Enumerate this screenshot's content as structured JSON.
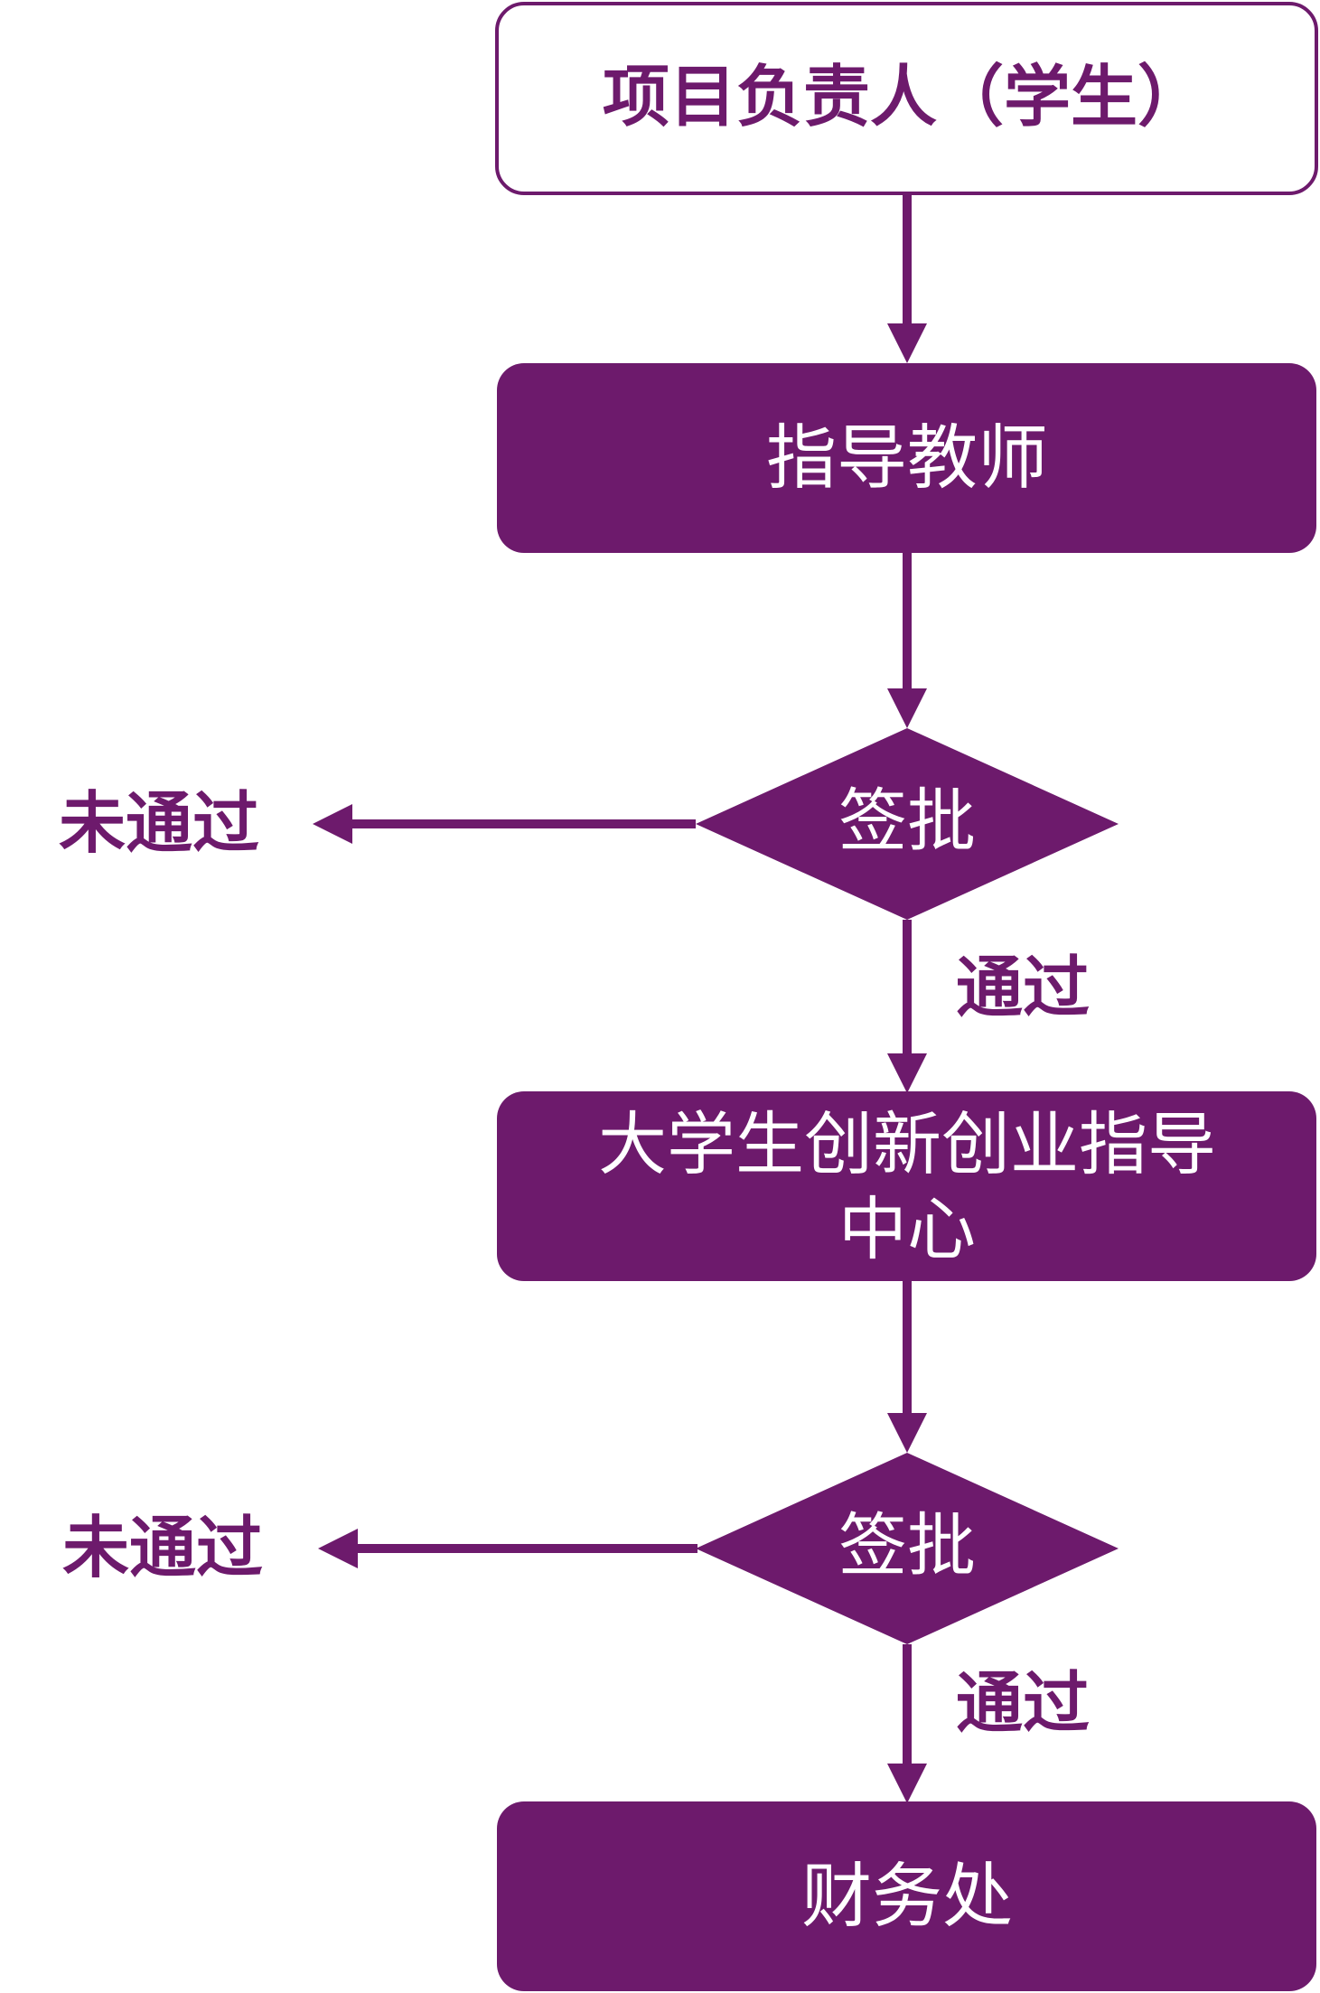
{
  "colors": {
    "primary": "#6d1a6c",
    "background": "#ffffff",
    "on_primary": "#ffffff"
  },
  "nodes": {
    "start": {
      "label": "项目负责人（学生）"
    },
    "advisor": {
      "label": "指导教师"
    },
    "approval_1": {
      "label": "签批"
    },
    "center": {
      "line1": "大学生创新创业指导",
      "line2": "中心"
    },
    "approval_2": {
      "label": "签批"
    },
    "finance": {
      "label": "财务处"
    }
  },
  "edges": {
    "reject_1": {
      "label": "未通过"
    },
    "pass_1": {
      "label": "通过"
    },
    "reject_2": {
      "label": "未通过"
    },
    "pass_2": {
      "label": "通过"
    }
  }
}
